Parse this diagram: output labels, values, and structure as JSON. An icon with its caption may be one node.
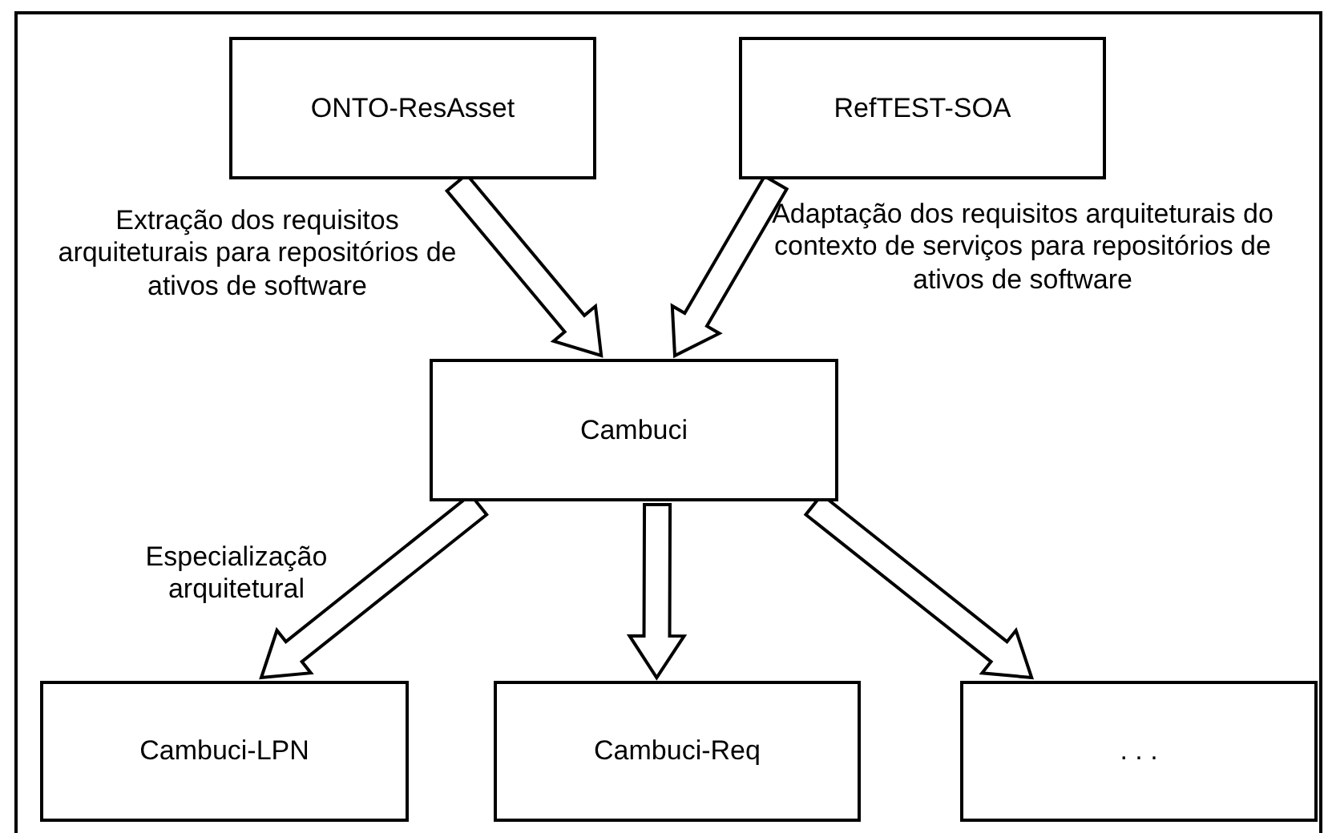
{
  "diagram": {
    "nodes": [
      {
        "text": [
          "ONTO-ResAsset"
        ]
      },
      {
        "text": [
          "RefTEST-SOA"
        ]
      },
      {
        "text": [
          "Cambuci"
        ]
      },
      {
        "text": [
          "Cambuci-LPN"
        ]
      },
      {
        "text": [
          "Cambuci-Req"
        ]
      },
      {
        "text": [
          ". . ."
        ]
      }
    ],
    "edges": [
      {
        "from": 0,
        "to": 2,
        "arrow": "to",
        "label": "Extração dos requisitos arquiteturais para repositórios de ativos de software"
      },
      {
        "from": 1,
        "to": 2,
        "arrow": "to",
        "label": "Adaptação dos requisitos arquiteturais do contexto de serviços para repositórios de ativos de software"
      },
      {
        "from": 2,
        "to": 3,
        "arrow": "to",
        "label": "Especialização arquitetural"
      },
      {
        "from": 2,
        "to": 4,
        "arrow": "to"
      },
      {
        "from": 2,
        "to": 5,
        "arrow": "to"
      }
    ]
  }
}
